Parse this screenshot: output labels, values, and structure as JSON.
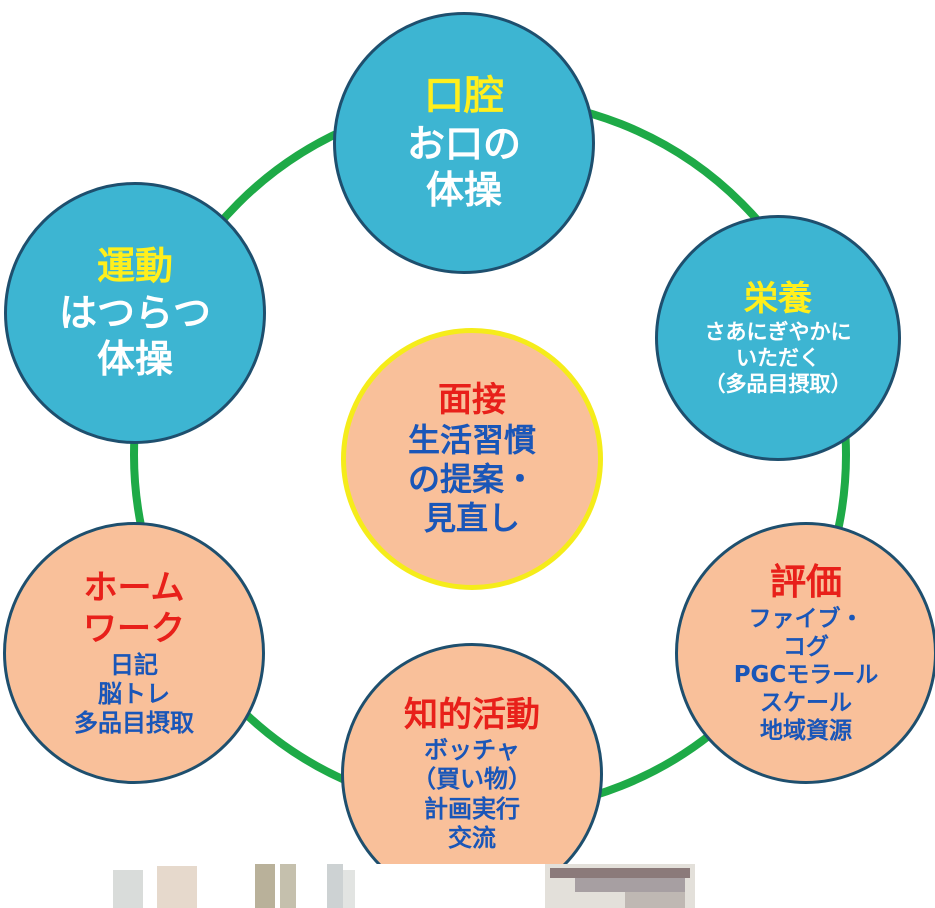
{
  "nodes": {
    "oral": {
      "title": "口腔",
      "lines": [
        "お口の",
        "体操"
      ]
    },
    "nutrition": {
      "title": "栄養",
      "lines": [
        "さあにぎやかに",
        "いただく",
        "（多品目摂取）"
      ]
    },
    "evaluation": {
      "title": "評価",
      "lines": [
        "ファイブ・",
        "コグ",
        "PGCモラール",
        "スケール",
        "地域資源"
      ]
    },
    "intellectual": {
      "title": "知的活動",
      "lines": [
        "ボッチャ",
        "（買い物）",
        "計画実行",
        "交流"
      ]
    },
    "homework": {
      "title_lines": [
        "ホーム",
        "ワーク"
      ],
      "lines": [
        "日記",
        "脳トレ",
        "多品目摂取"
      ]
    },
    "exercise": {
      "title": "運動",
      "lines": [
        "はつらつ",
        "体操"
      ]
    },
    "interview": {
      "title": "面接",
      "lines": [
        "生活習慣",
        "の提案・",
        "見直し"
      ]
    }
  },
  "colors": {
    "ring": "#1eaa47",
    "blue_fill": "#3db5d2",
    "orange_fill": "#f9c09a",
    "outline": "#1e4f6e",
    "center_border": "#f5ec1a",
    "title_yellow": "#ffef1c",
    "title_red": "#e8201a",
    "body_blue": "#1a56b8"
  }
}
